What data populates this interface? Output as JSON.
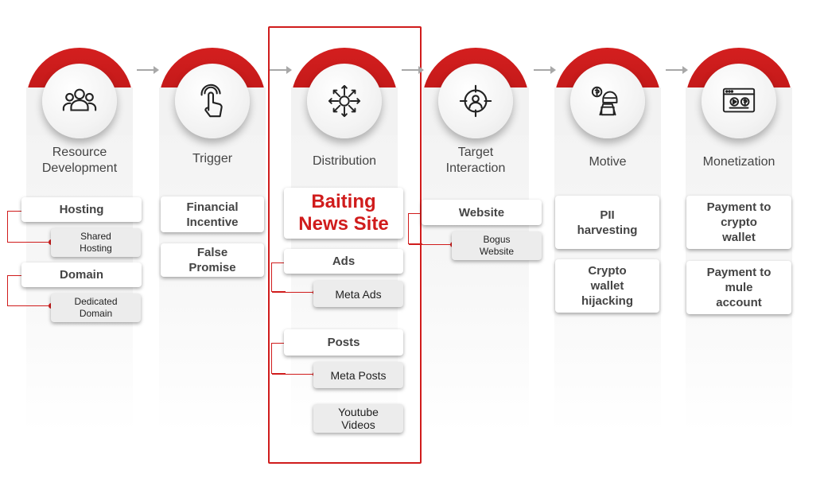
{
  "columns": [
    {
      "title": "Resource\nDevelopment",
      "icon": "people-group-icon",
      "items": [
        {
          "label": "Hosting",
          "sub": "Shared\nHosting"
        },
        {
          "label": "Domain",
          "sub": "Dedicated\nDomain"
        }
      ]
    },
    {
      "title": "Trigger",
      "icon": "touch-finger-icon",
      "items": [
        {
          "label": "Financial\nIncentive"
        },
        {
          "label": "False\nPromise"
        }
      ]
    },
    {
      "title": "Distribution",
      "icon": "spread-arrows-icon",
      "items": [
        {
          "label": "Baiting\nNews Site"
        },
        {
          "label": "Ads",
          "sub": "Meta Ads"
        },
        {
          "label": "Posts",
          "sub": "Meta Posts"
        },
        {
          "label": "Youtube\nVideos"
        }
      ]
    },
    {
      "title": "Target\nInteraction",
      "icon": "target-person-icon",
      "items": [
        {
          "label": "Website",
          "sub": "Bogus\nWebsite"
        }
      ]
    },
    {
      "title": "Motive",
      "icon": "hacker-money-icon",
      "items": [
        {
          "label": "PII\nharvesting"
        },
        {
          "label": "Crypto\nwallet\nhijacking"
        }
      ]
    },
    {
      "title": "Monetization",
      "icon": "browser-payment-icon",
      "items": [
        {
          "label": "Payment to\ncrypto\nwallet"
        },
        {
          "label": "Payment to\nmule\naccount"
        }
      ]
    }
  ],
  "colors": {
    "accent": "#d01c1c",
    "arrow": "#a8a8a8",
    "column_bg": "#f2f2f2"
  }
}
